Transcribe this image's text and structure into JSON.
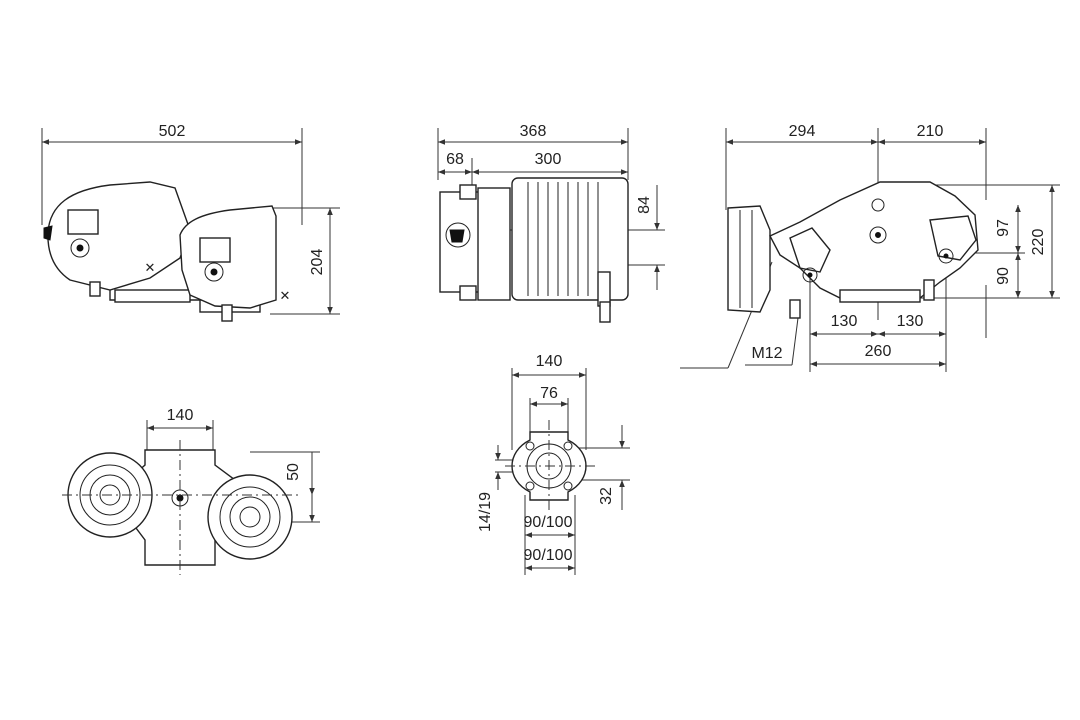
{
  "dimensions": {
    "front_width": "502",
    "front_height": "204",
    "side_total": "368",
    "side_small": "68",
    "side_large": "300",
    "side_height": "84",
    "right_width_a": "294",
    "right_width_b": "210",
    "right_h_top": "97",
    "right_h_total": "220",
    "right_h_bottom": "90",
    "right_bottom_a": "130",
    "right_bottom_b": "130",
    "right_bottom_total": "260",
    "thread": "M12",
    "bottom_width": "140",
    "bottom_height": "50",
    "flange_width": "140",
    "flange_inner": "76",
    "flange_height": "32",
    "flange_hole": "14/19",
    "flange_pcd_1": "90/100",
    "flange_pcd_2": "90/100"
  },
  "colors": {
    "line": "#222222",
    "background": "#ffffff"
  }
}
